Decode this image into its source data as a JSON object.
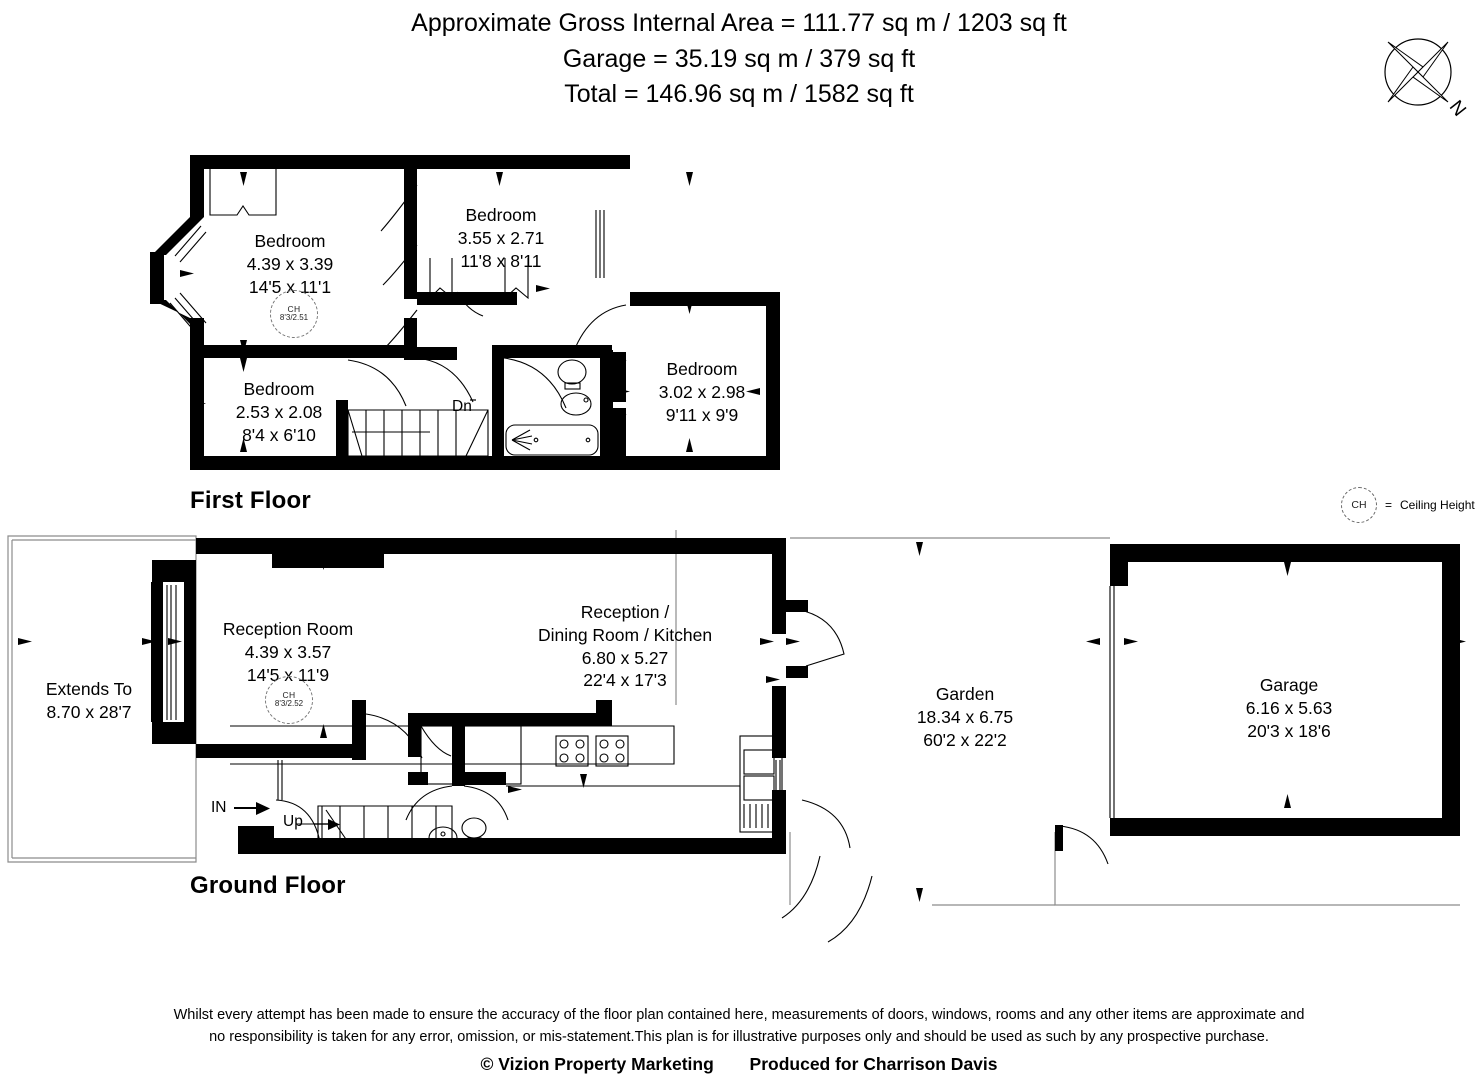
{
  "header": {
    "lines": [
      "Approximate Gross Internal Area = 111.77 sq m / 1203 sq ft",
      "Garage = 35.19 sq m / 379 sq ft",
      "Total = 146.96 sq m / 1582 sq ft"
    ]
  },
  "compass": {
    "north_label": "N",
    "icon": "compass-rose-icon"
  },
  "legend": {
    "ch_abbrev": "CH",
    "equals": "=",
    "text": "Ceiling Height"
  },
  "floors": [
    {
      "id": "first-floor",
      "title": "First Floor",
      "rooms": [
        {
          "id": "bedroom-master",
          "name": "Bedroom",
          "metric": "4.39 x 3.39",
          "imperial": "14'5 x 11'1",
          "ceiling_height": {
            "abbrev": "CH",
            "value": "8'3/2.51"
          }
        },
        {
          "id": "bedroom-two",
          "name": "Bedroom",
          "metric": "3.55 x 2.71",
          "imperial": "11'8 x 8'11"
        },
        {
          "id": "bedroom-three",
          "name": "Bedroom",
          "metric": "3.02 x 2.98",
          "imperial": "9'11 x 9'9"
        },
        {
          "id": "bedroom-four",
          "name": "Bedroom",
          "metric": "2.53 x 2.08",
          "imperial": "8'4 x 6'10"
        }
      ],
      "tags": [
        {
          "id": "stairs-down",
          "label": "Dn"
        }
      ]
    },
    {
      "id": "ground-floor",
      "title": "Ground Floor",
      "rooms": [
        {
          "id": "extends-to",
          "name": "Extends To",
          "metric": "8.70 x 28'7",
          "imperial": ""
        },
        {
          "id": "reception-room",
          "name": "Reception Room",
          "metric": "4.39 x 3.57",
          "imperial": "14'5 x 11'9",
          "ceiling_height": {
            "abbrev": "CH",
            "value": "8'3/2.52"
          }
        },
        {
          "id": "reception-dining-kitchen",
          "name_line1": "Reception /",
          "name_line2": "Dining Room / Kitchen",
          "metric": "6.80 x 5.27",
          "imperial": "22'4 x 17'3"
        },
        {
          "id": "garden",
          "name": "Garden",
          "metric": "18.34 x 6.75",
          "imperial": "60'2 x 22'2"
        },
        {
          "id": "garage",
          "name": "Garage",
          "metric": "6.16 x 5.63",
          "imperial": "20'3 x 18'6"
        }
      ],
      "tags": [
        {
          "id": "entrance",
          "label": "IN"
        },
        {
          "id": "stairs-up",
          "label": "Up"
        }
      ]
    }
  ],
  "footer": {
    "disclaimer_line1": "Whilst every attempt has been made to ensure the accuracy of the floor plan contained here, measurements of doors, windows, rooms and any other items are approximate and",
    "disclaimer_line2": "no responsibility is taken for any error, omission, or mis-statement.This plan is for illustrative purposes only and should be used as such by any prospective purchase.",
    "copyright": "© Vizion Property Marketing",
    "produced_for": "Produced for Charrison Davis"
  }
}
